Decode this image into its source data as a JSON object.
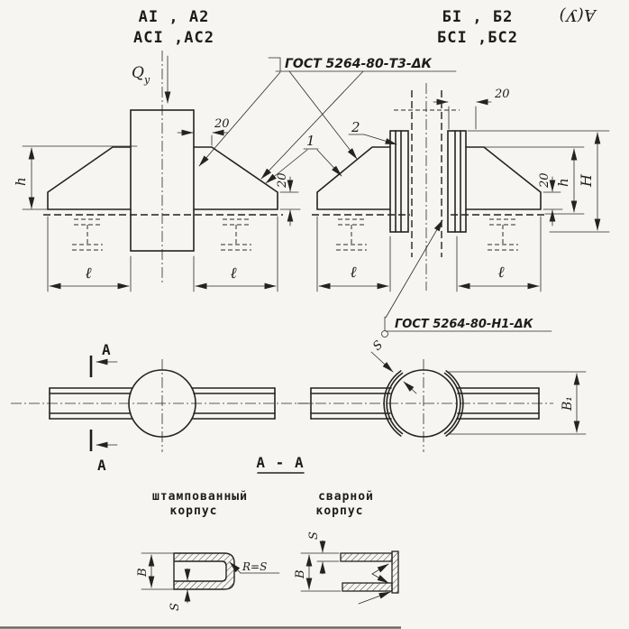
{
  "colors": {
    "paper": "#f7f5f1",
    "ink": "#232323"
  },
  "variants": {
    "left_line1": "АI , А2",
    "left_line2": "АСI ,АС2",
    "right_line1": "БI , Б2",
    "right_line2": "БСI ,БС2"
  },
  "view_mark": "А(У)",
  "load": {
    "symbol": "Q",
    "subscript": "у"
  },
  "notes": {
    "top": "ГОСТ 5264-80-Т3-ΔК",
    "bottom": "ГОСТ 5264-80-Н1-ΔК"
  },
  "items": {
    "item1": "1",
    "item2": "2"
  },
  "dims": {
    "d20": "20",
    "h": "h",
    "H": "H",
    "l": "ℓ",
    "b1": "В₁",
    "b": "В",
    "s": "S",
    "rs": "R=S"
  },
  "section": {
    "title": "А - А",
    "cut": "А",
    "stamped1": "штампованный",
    "stamped2": "корпус",
    "welded1": "сварной",
    "welded2": "корпус"
  }
}
